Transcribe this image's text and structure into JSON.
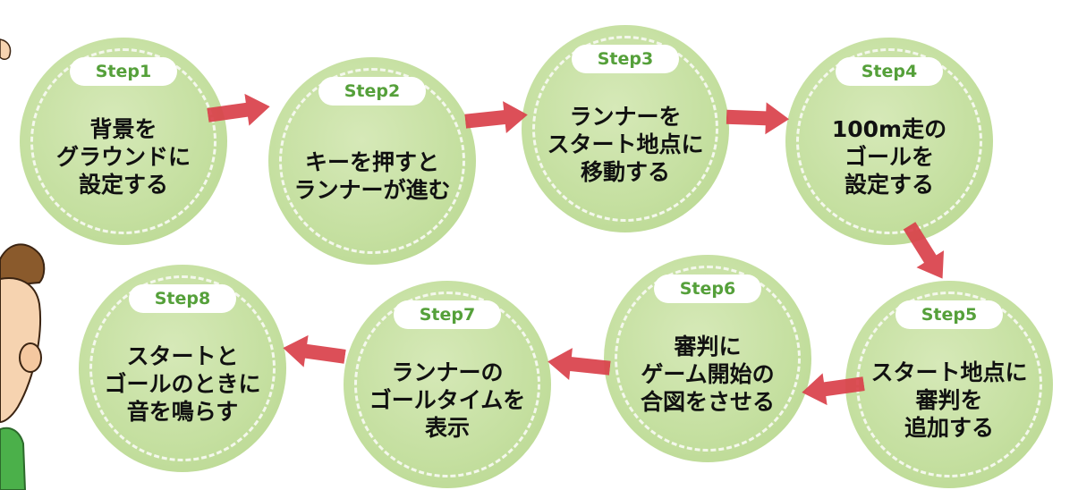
{
  "steps": [
    {
      "badge": "Step1",
      "lines": [
        "背景を",
        "グラウンドに",
        "設定する"
      ]
    },
    {
      "badge": "Step2",
      "lines": [
        "キーを押すと",
        "ランナーが進む"
      ]
    },
    {
      "badge": "Step3",
      "lines": [
        "ランナーを",
        "スタート地点に",
        "移動する"
      ]
    },
    {
      "badge": "Step4",
      "lines": [
        "100m走の",
        "ゴールを",
        "設定する"
      ]
    },
    {
      "badge": "Step5",
      "lines": [
        "スタート地点に",
        "審判を",
        "追加する"
      ]
    },
    {
      "badge": "Step6",
      "lines": [
        "審判に",
        "ゲーム開始の",
        "合図をさせる"
      ]
    },
    {
      "badge": "Step7",
      "lines": [
        "ランナーの",
        "ゴールタイムを",
        "表示"
      ]
    },
    {
      "badge": "Step8",
      "lines": [
        "スタートと",
        "ゴールのときに",
        "音を鳴らす"
      ]
    }
  ],
  "colors": {
    "circle": "#c4df9f",
    "badge_text": "#55a03a",
    "arrow": "#d9404a",
    "text": "#111111"
  },
  "icons": {
    "arrow": "arrow-icon",
    "character": "boy-character-icon"
  }
}
